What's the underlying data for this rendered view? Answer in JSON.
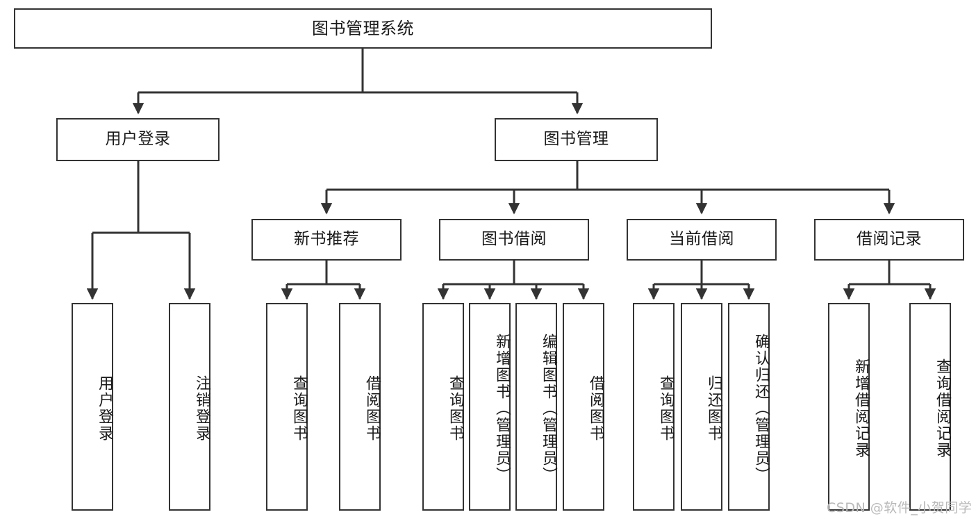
{
  "diagram": {
    "type": "tree",
    "title": "图书管理系统",
    "root": {
      "label": "图书管理系统"
    },
    "level2": [
      {
        "id": "user-login",
        "label": "用户登录"
      },
      {
        "id": "book-manage",
        "label": "图书管理"
      }
    ],
    "level3": [
      {
        "id": "new-book-recommend",
        "label": "新书推荐",
        "parent": "book-manage"
      },
      {
        "id": "book-borrow",
        "label": "图书借阅",
        "parent": "book-manage"
      },
      {
        "id": "current-borrow",
        "label": "当前借阅",
        "parent": "book-manage"
      },
      {
        "id": "borrow-record",
        "label": "借阅记录",
        "parent": "book-manage"
      }
    ],
    "leaves": [
      {
        "id": "leaf-user-login",
        "label": "用户登录",
        "parent": "user-login"
      },
      {
        "id": "leaf-logout-login",
        "label": "注销登录",
        "parent": "user-login"
      },
      {
        "id": "leaf-query-book-1",
        "label": "查询图书",
        "parent": "new-book-recommend"
      },
      {
        "id": "leaf-borrow-book-1",
        "label": "借阅图书",
        "parent": "new-book-recommend"
      },
      {
        "id": "leaf-query-book-2",
        "label": "查询图书",
        "parent": "book-borrow"
      },
      {
        "id": "leaf-add-book",
        "label": "新增图书（管理员）",
        "parent": "book-borrow"
      },
      {
        "id": "leaf-edit-book",
        "label": "编辑图书（管理员）",
        "parent": "book-borrow"
      },
      {
        "id": "leaf-borrow-book-2",
        "label": "借阅图书",
        "parent": "book-borrow"
      },
      {
        "id": "leaf-query-book-3",
        "label": "查询图书",
        "parent": "current-borrow"
      },
      {
        "id": "leaf-return-book",
        "label": "归还图书",
        "parent": "current-borrow"
      },
      {
        "id": "leaf-confirm-return",
        "label": "确认归还（管理员）",
        "parent": "current-borrow"
      },
      {
        "id": "leaf-add-record",
        "label": "新增借阅记录",
        "parent": "borrow-record"
      },
      {
        "id": "leaf-query-record",
        "label": "查询借阅记录",
        "parent": "borrow-record"
      }
    ],
    "watermark": "CSDN @软件_小贺同学",
    "colors": {
      "box_border": "#333333",
      "box_fill": "#ffffff",
      "text": "#1a1a1a",
      "connector": "#333333",
      "watermark": "#b9b9b9",
      "background": "#ffffff"
    }
  }
}
